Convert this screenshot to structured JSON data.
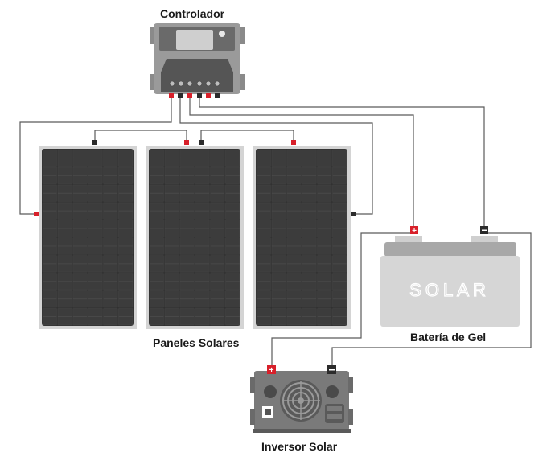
{
  "labels": {
    "controller": "Controlador",
    "panels": "Paneles Solares",
    "battery": "Batería de Gel",
    "inverter": "Inversor Solar"
  },
  "battery_brand": "SOLAR",
  "terminals": {
    "positive": "+",
    "negative": "−"
  },
  "colors": {
    "wire": "#5a5a5a",
    "positive": "#d8202a",
    "negative": "#2b2b2b",
    "panel_frame": "#d4d4d4",
    "panel_cell": "#3c3c3c",
    "device_body": "#7a7a7a",
    "battery_body": "#d6d6d6"
  },
  "icons": [
    "controller-display-icon",
    "fan-grille-icon",
    "usb-port-icon",
    "outlet-icon"
  ]
}
